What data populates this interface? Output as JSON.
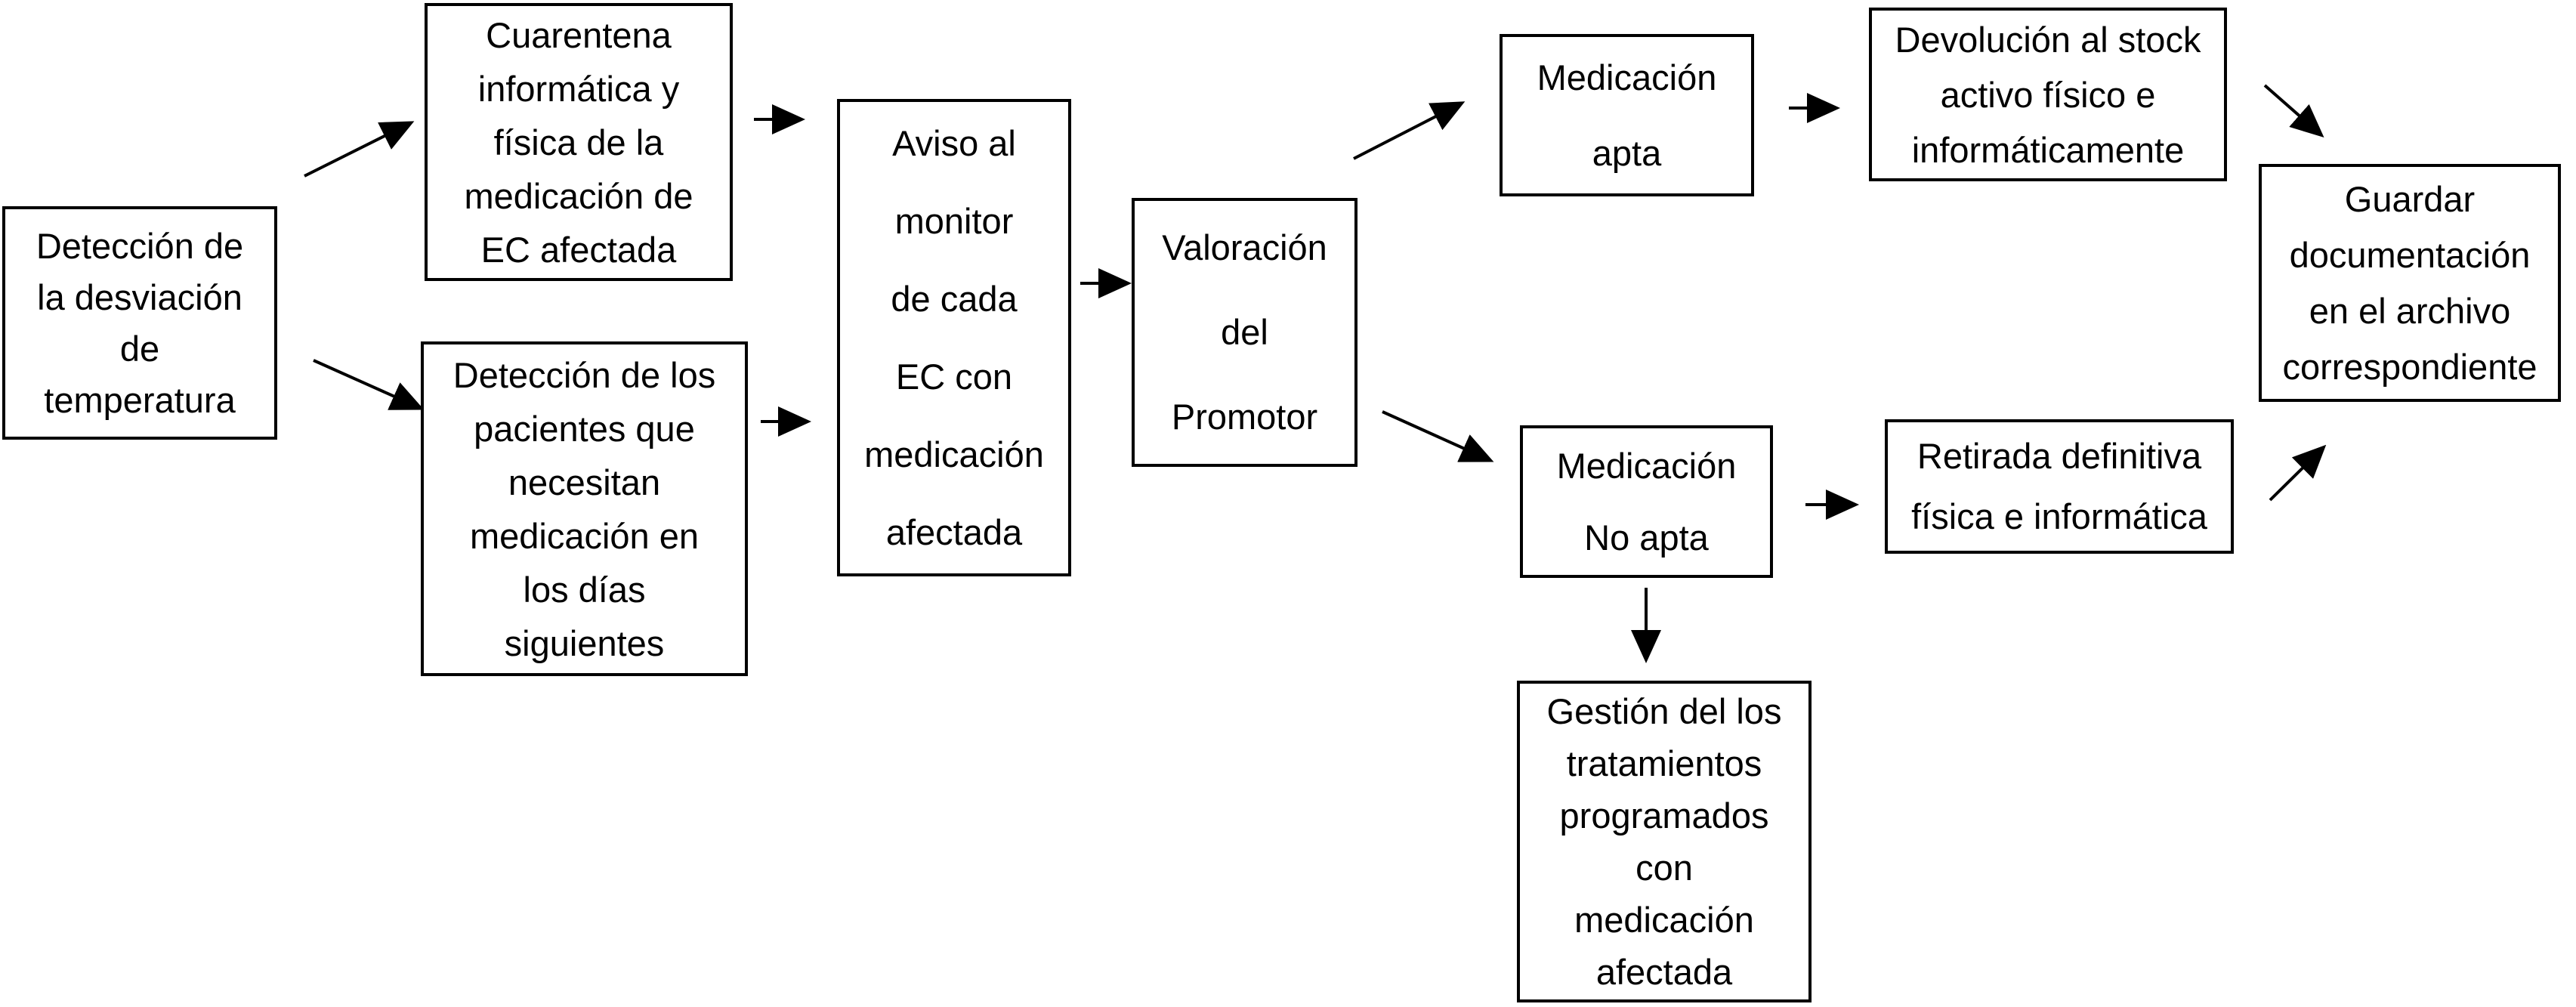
{
  "figure": {
    "type": "flowchart",
    "background_color": "#ffffff",
    "line_color": "#000000",
    "text_color": "#000000"
  },
  "nodes": [
    {
      "id": "deteccion-desviacion",
      "label": "Detección de\nla desviación\nde\ntemperatura"
    },
    {
      "id": "cuarentena",
      "label": "Cuarentena\ninformática y\nfísica de la\nmedicación de\nEC afectada"
    },
    {
      "id": "deteccion-pacientes",
      "label": "Detección de los\npacientes que\nnecesitan\nmedicación en\nlos días\nsiguientes"
    },
    {
      "id": "aviso-monitor",
      "label": "Aviso al\nmonitor\nde cada\nEC con\nmedicación\nafectada"
    },
    {
      "id": "valoracion-promotor",
      "label": "Valoración\ndel\nPromotor"
    },
    {
      "id": "medicacion-apta",
      "label": "Medicación\napta"
    },
    {
      "id": "devolucion-stock",
      "label": "Devolución al stock\nactivo físico e\ninformáticamente"
    },
    {
      "id": "guardar-documentacion",
      "label": "Guardar\ndocumentación\nen el archivo\ncorrespondiente"
    },
    {
      "id": "medicacion-no-apta",
      "label": "Medicación\nNo apta"
    },
    {
      "id": "retirada-definitiva",
      "label": "Retirada definitiva\nfísica e informática"
    },
    {
      "id": "gestion-tratamientos",
      "label": "Gestión del los\ntratamientos\nprogramados\ncon\nmedicación\nafectada"
    }
  ],
  "edges": [
    {
      "from": "deteccion-desviacion",
      "to": "cuarentena"
    },
    {
      "from": "deteccion-desviacion",
      "to": "deteccion-pacientes"
    },
    {
      "from": "cuarentena",
      "to": "aviso-monitor"
    },
    {
      "from": "deteccion-pacientes",
      "to": "aviso-monitor"
    },
    {
      "from": "aviso-monitor",
      "to": "valoracion-promotor"
    },
    {
      "from": "valoracion-promotor",
      "to": "medicacion-apta"
    },
    {
      "from": "medicacion-apta",
      "to": "devolucion-stock"
    },
    {
      "from": "devolucion-stock",
      "to": "guardar-documentacion"
    },
    {
      "from": "valoracion-promotor",
      "to": "medicacion-no-apta"
    },
    {
      "from": "medicacion-no-apta",
      "to": "retirada-definitiva"
    },
    {
      "from": "retirada-definitiva",
      "to": "guardar-documentacion"
    },
    {
      "from": "medicacion-no-apta",
      "to": "gestion-tratamientos"
    }
  ]
}
